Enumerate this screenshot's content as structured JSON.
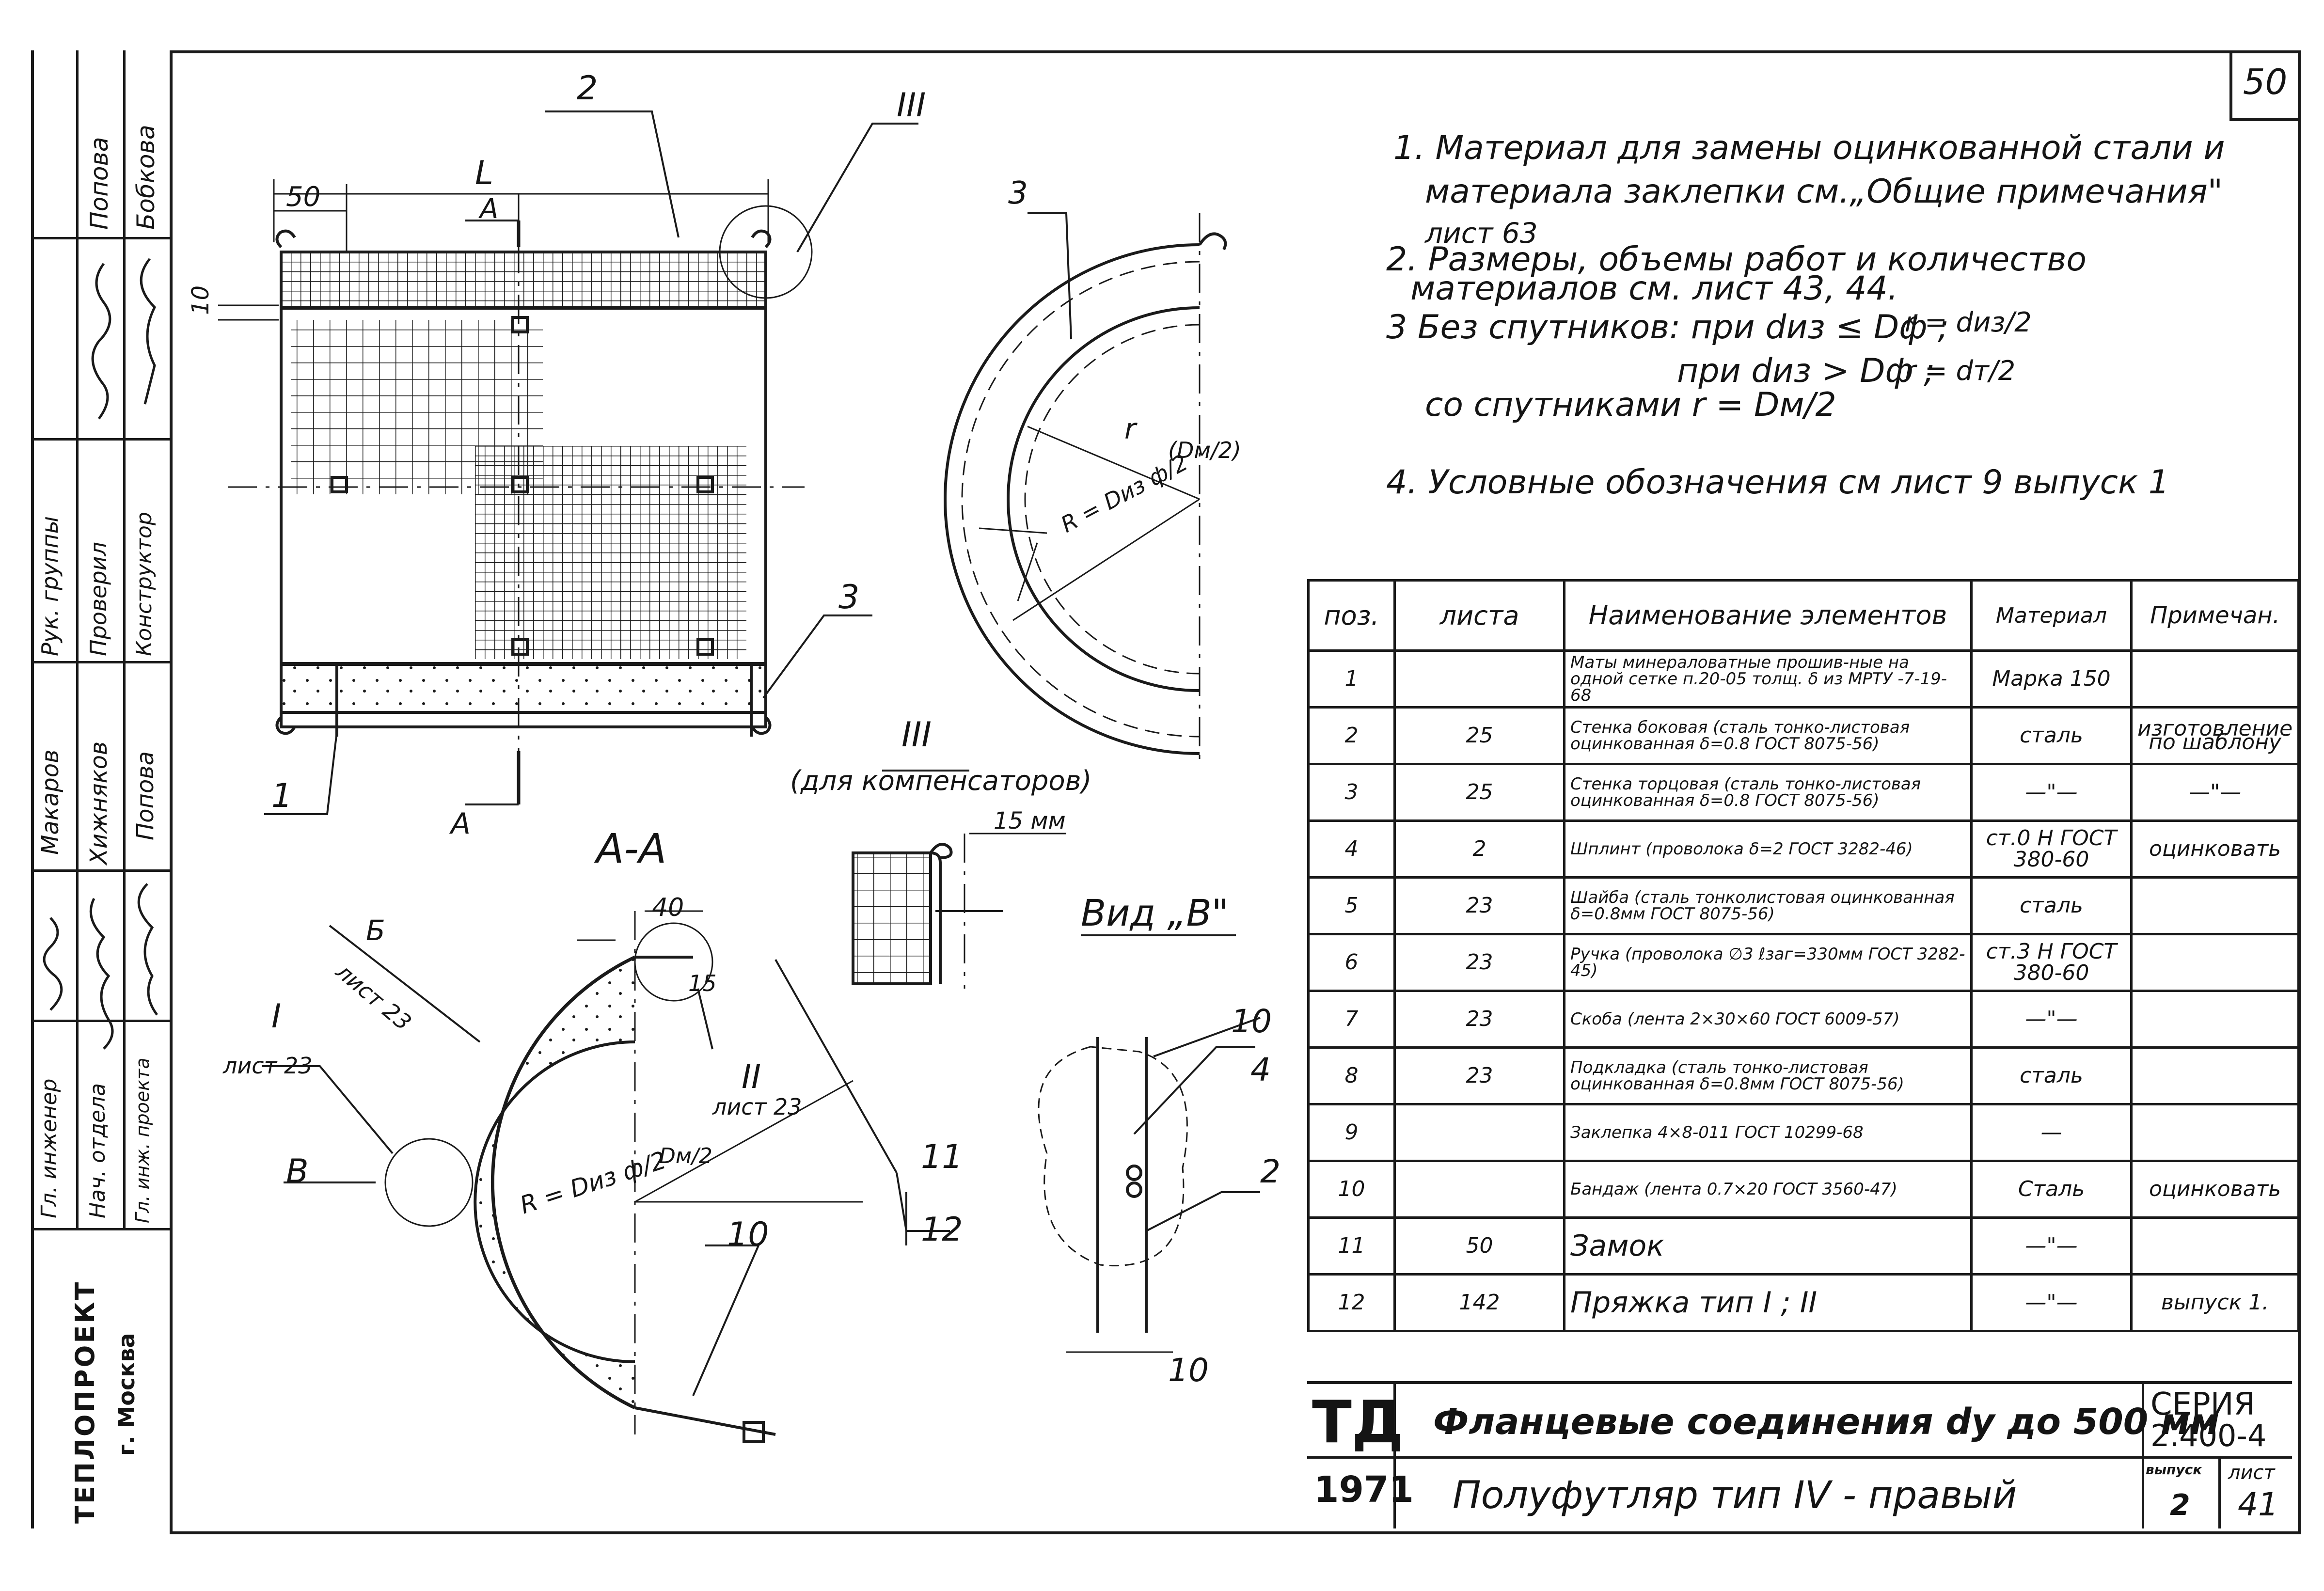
{
  "sheet_number": "50",
  "notes": [
    "1. Материал для замены оцинкованной стали и",
    "материала заклепки см.„Общие примечания\"",
    "лист 63",
    "2. Размеры, объемы работ и количество",
    "материалов см. лист 43, 44.",
    "3 Без спутников: при dиз ≤ Dф ;",
    "r = dиз/2",
    "при dиз > Dф ;",
    "r = dт/2",
    "со спутниками r = Dм/2",
    "4. Условные обозначения см лист 9 выпуск 1"
  ],
  "drawing_labels": {
    "views": [
      "А-А",
      "III",
      "(для компенсаторов)",
      "Вид „В\""
    ],
    "dims": [
      "L",
      "50",
      "10",
      "40",
      "15 мм",
      "15",
      "10",
      "r",
      "R = Dиз ф/2",
      "Dм/2",
      "R = Dиз ф/2",
      "Dм/2"
    ],
    "callouts": [
      "1",
      "2",
      "3",
      "3",
      "4",
      "10",
      "10",
      "11",
      "12",
      "2",
      "А",
      "А",
      "Б",
      "лист 23",
      "I",
      "лист 23",
      "II",
      "лист 23",
      "В",
      "III"
    ]
  },
  "spec_table": {
    "headers": [
      "поз.",
      "листа",
      "Наименование элементов",
      "Материал",
      "Примечан."
    ],
    "rows": [
      {
        "pos": "1",
        "sheet": "",
        "name": "Маты минераловатные прошив-ные на одной сетке п.20-05 толщ. δ из МРТУ -7-19-68",
        "material": "Марка 150",
        "note": ""
      },
      {
        "pos": "2",
        "sheet": "25",
        "name": "Стенка боковая (сталь тонко-листовая оцинкованная δ=0.8 ГОСТ 8075-56)",
        "material": "сталь",
        "note": "изготовление по шаблону"
      },
      {
        "pos": "3",
        "sheet": "25",
        "name": "Стенка торцовая (сталь тонко-листовая оцинкованная δ=0.8 ГОСТ 8075-56)",
        "material": "—\"—",
        "note": "—\"—"
      },
      {
        "pos": "4",
        "sheet": "2",
        "name": "Шплинт (проволока δ=2 ГОСТ 3282-46)",
        "material": "ст.0 Н ГОСТ 380-60",
        "note": "оцинковать"
      },
      {
        "pos": "5",
        "sheet": "23",
        "name": "Шайба (сталь тонколистовая оцинкованная δ=0.8мм ГОСТ 8075-56)",
        "material": "сталь",
        "note": ""
      },
      {
        "pos": "6",
        "sheet": "23",
        "name": "Ручка (проволока ∅3 ℓзаг=330мм ГОСТ 3282-45)",
        "material": "ст.3 Н ГОСТ 380-60",
        "note": ""
      },
      {
        "pos": "7",
        "sheet": "23",
        "name": "Скоба (лента 2×30×60 ГОСТ 6009-57)",
        "material": "—\"—",
        "note": ""
      },
      {
        "pos": "8",
        "sheet": "23",
        "name": "Подкладка (сталь тонко-листовая оцинкованная δ=0.8мм ГОСТ 8075-56)",
        "material": "сталь",
        "note": ""
      },
      {
        "pos": "9",
        "sheet": "",
        "name": "Заклепка 4×8-011 ГОСТ 10299-68",
        "material": "—",
        "note": ""
      },
      {
        "pos": "10",
        "sheet": "",
        "name": "Бандаж (лента 0.7×20 ГОСТ 3560-47)",
        "material": "Сталь",
        "note": "оцинковать"
      },
      {
        "pos": "11",
        "sheet": "50",
        "name": "Замок",
        "material": "—\"—",
        "note": ""
      },
      {
        "pos": "12",
        "sheet": "142",
        "name": "Пряжка тип I ; II",
        "material": "—\"—",
        "note": "выпуск 1."
      }
    ]
  },
  "title_block": {
    "code_top": "ТД",
    "code_bottom": "1971",
    "title_line1": "Фланцевые соединения dу до 500 мм",
    "title_line2": "Полуфутляр тип IV - правый",
    "series_label": "СЕРИЯ",
    "series_value": "2.400-4",
    "issue_label": "выпуск",
    "issue_value": "2",
    "sheet_label": "лист",
    "sheet_value": "41"
  },
  "side_stamp": {
    "organization": "ТЕПЛОПРОЕКТ",
    "city": "г. Москва",
    "roles": [
      "Гл. инженер",
      "Нач. отдела",
      "Гл. инж. проекта",
      "Рук. группы",
      "Проверил",
      "Конструктор"
    ],
    "names": [
      "Макаров",
      "Хижняков",
      "Попова",
      "Попова",
      "Бобкова"
    ]
  }
}
